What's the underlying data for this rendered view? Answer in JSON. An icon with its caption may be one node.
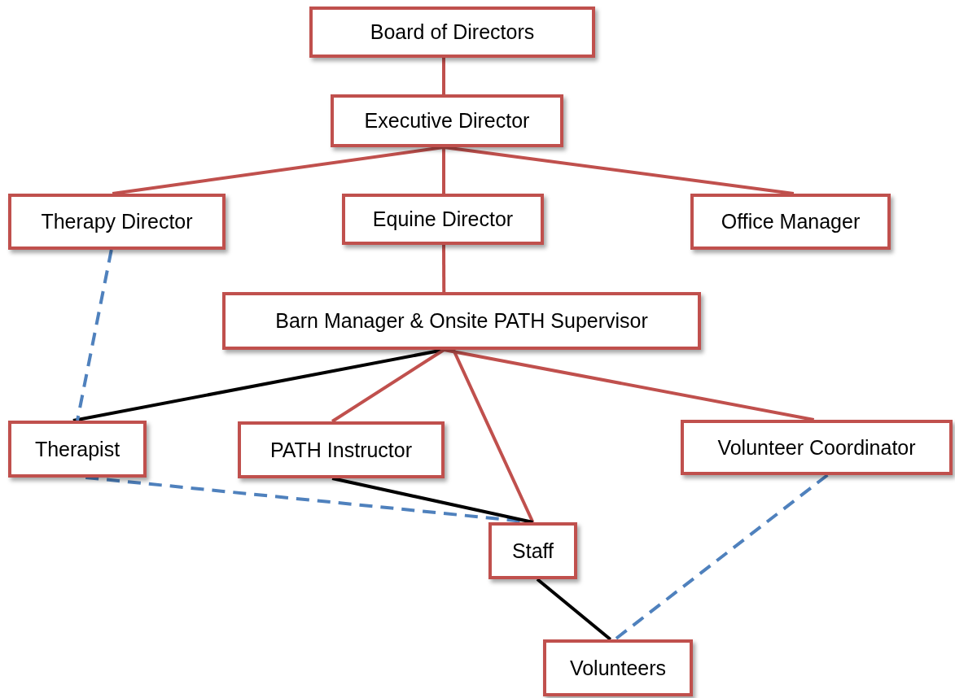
{
  "diagram": {
    "nodes": [
      {
        "text": [
          "Board of Directors"
        ]
      },
      {
        "text": [
          "Executive Director"
        ]
      },
      {
        "text": [
          "Therapy Director"
        ]
      },
      {
        "text": [
          "Equine Director"
        ]
      },
      {
        "text": [
          "Office Manager"
        ]
      },
      {
        "text": [
          "Barn Manager & Onsite PATH Supervisor"
        ]
      },
      {
        "text": [
          "Therapist"
        ]
      },
      {
        "text": [
          "PATH Instructor"
        ]
      },
      {
        "text": [
          "Volunteer Coordinator"
        ]
      },
      {
        "text": [
          "Staff"
        ]
      },
      {
        "text": [
          "Volunteers"
        ]
      }
    ],
    "edges": [
      {
        "from": 0,
        "to": 1,
        "arrow": "none"
      },
      {
        "from": 1,
        "to": 2,
        "arrow": "none"
      },
      {
        "from": 1,
        "to": 3,
        "arrow": "none"
      },
      {
        "from": 1,
        "to": 4,
        "arrow": "none"
      },
      {
        "from": 3,
        "to": 5,
        "arrow": "none"
      },
      {
        "from": 5,
        "to": 6,
        "arrow": "none",
        "color": "#000000"
      },
      {
        "from": 5,
        "to": 7,
        "arrow": "none"
      },
      {
        "from": 5,
        "to": 9,
        "arrow": "none"
      },
      {
        "from": 5,
        "to": 8,
        "arrow": "none"
      },
      {
        "from": 2,
        "to": 6,
        "arrow": "none",
        "style": "dashed",
        "color": "#4f81bd"
      },
      {
        "from": 6,
        "to": 9,
        "arrow": "none",
        "style": "dashed",
        "color": "#4f81bd"
      },
      {
        "from": 7,
        "to": 9,
        "arrow": "none",
        "color": "#000000"
      },
      {
        "from": 9,
        "to": 10,
        "arrow": "none",
        "color": "#000000"
      },
      {
        "from": 8,
        "to": 10,
        "arrow": "none",
        "style": "dashed",
        "color": "#4f81bd"
      }
    ]
  }
}
